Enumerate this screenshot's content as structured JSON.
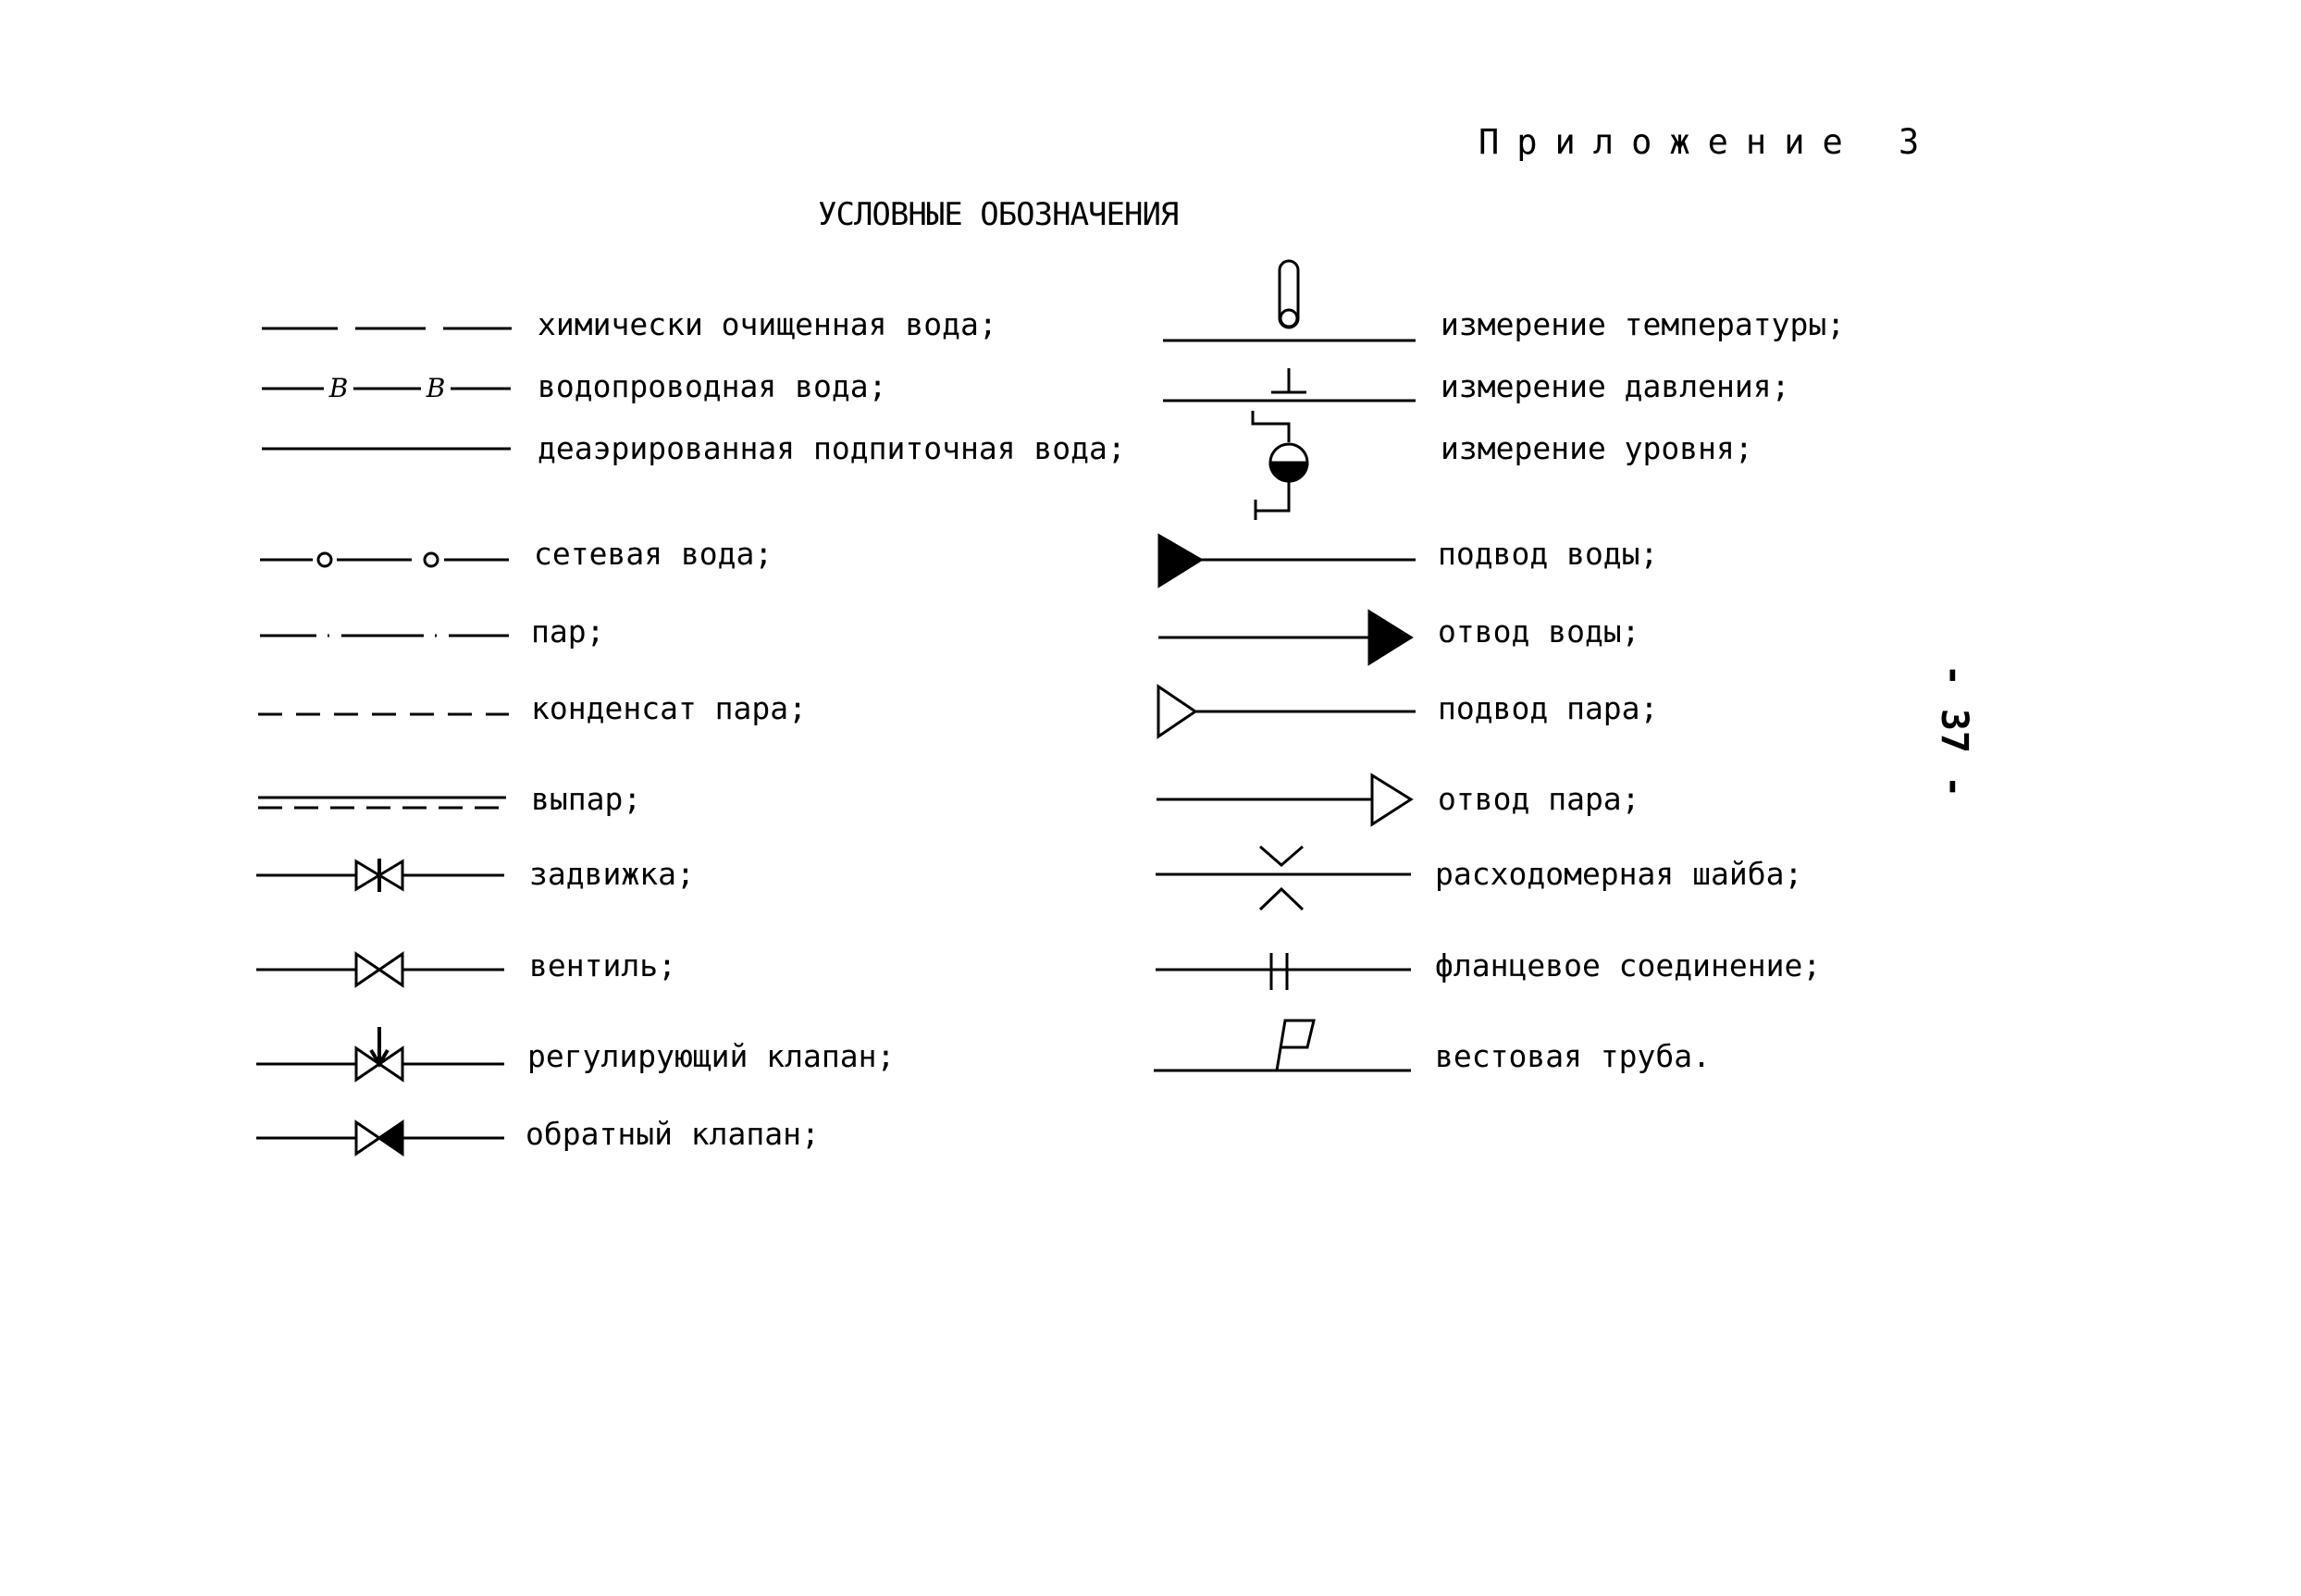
{
  "header": {
    "appendix": "Приложение 3",
    "title": "УСЛОВНЫЕ ОБОЗНАЧЕНИЯ",
    "page_number": "- 37 -"
  },
  "left_column": [
    {
      "symbol": "dash-long-line",
      "label": "химически очищенная вода;"
    },
    {
      "symbol": "line-with-letters-v",
      "label": "водопроводная вода;",
      "symbol_text": "B"
    },
    {
      "symbol": "solid-line",
      "label": "деаэрированная подпиточная вода;"
    },
    {
      "symbol": "line-with-circles",
      "label": "сетевая вода;"
    },
    {
      "symbol": "dash-dot-line",
      "label": "пар;"
    },
    {
      "symbol": "dashed-line",
      "label": "конденсат пара;"
    },
    {
      "symbol": "double-dashed-line",
      "label": "выпар;"
    },
    {
      "symbol": "gate-valve-icon",
      "label": "задвижка;"
    },
    {
      "symbol": "valve-icon",
      "label": "вентиль;"
    },
    {
      "symbol": "control-valve-icon",
      "label": "регулирующий клапан;"
    },
    {
      "symbol": "check-valve-icon",
      "label": "обратный клапан;"
    }
  ],
  "right_column": [
    {
      "symbol": "thermometer-icon",
      "label": "измерение температуры;"
    },
    {
      "symbol": "pressure-gauge-icon",
      "label": "измерение давления;"
    },
    {
      "symbol": "level-gauge-icon",
      "label": "измерение уровня;"
    },
    {
      "symbol": "filled-arrow-in-icon",
      "label": "подвод воды;"
    },
    {
      "symbol": "filled-arrow-out-icon",
      "label": "отвод воды;"
    },
    {
      "symbol": "open-arrow-in-icon",
      "label": "подвод пара;"
    },
    {
      "symbol": "open-arrow-out-icon",
      "label": "отвод пара;"
    },
    {
      "symbol": "orifice-plate-icon",
      "label": "расходомерная шайба;"
    },
    {
      "symbol": "flange-icon",
      "label": "фланцевое соединение;"
    },
    {
      "symbol": "vent-pipe-icon",
      "label": "вестовая труба."
    }
  ]
}
